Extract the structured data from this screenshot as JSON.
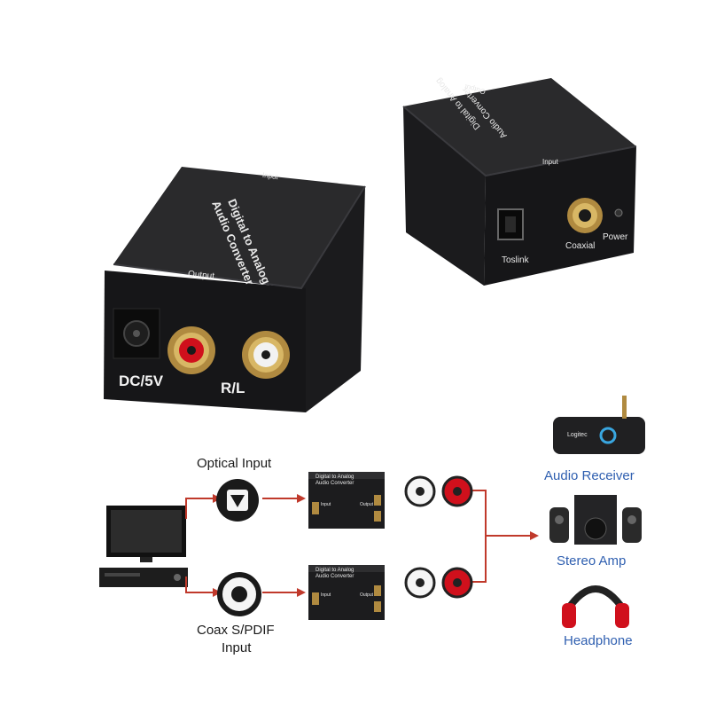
{
  "product_photos": {
    "front_unit": {
      "top_text_line1": "Digital to Analog",
      "top_text_line2": "Audio Converter",
      "top_small": "Input",
      "face_small": "Output",
      "dc_label": "DC/5V",
      "rl_label": "R/L"
    },
    "back_unit": {
      "top_text_line1": "Digital to Analog",
      "top_text_line2": "Audio Converter",
      "top_small": "Output",
      "face_small": "Input",
      "toslink_label": "Toslink",
      "coaxial_label": "Coaxial",
      "power_label": "Power"
    }
  },
  "diagram": {
    "optical_input_label": "Optical Input",
    "coax_input_label_line1": "Coax S/PDIF",
    "coax_input_label_line2": "Input",
    "box_text_line1": "Digital to Analog",
    "box_text_line2": "Audio Converter",
    "box_side_in": "Input",
    "box_side_out": "Output",
    "receiver_brand": "Logitec",
    "audio_receiver_label": "Audio Receiver",
    "stereo_amp_label": "Stereo Amp",
    "headphone_label": "Headphone",
    "colors": {
      "arrow": "#c0392b",
      "device_label": "#2f5fb0",
      "rca_red": "#d0101c",
      "box_body": "#1c1c1e"
    }
  }
}
